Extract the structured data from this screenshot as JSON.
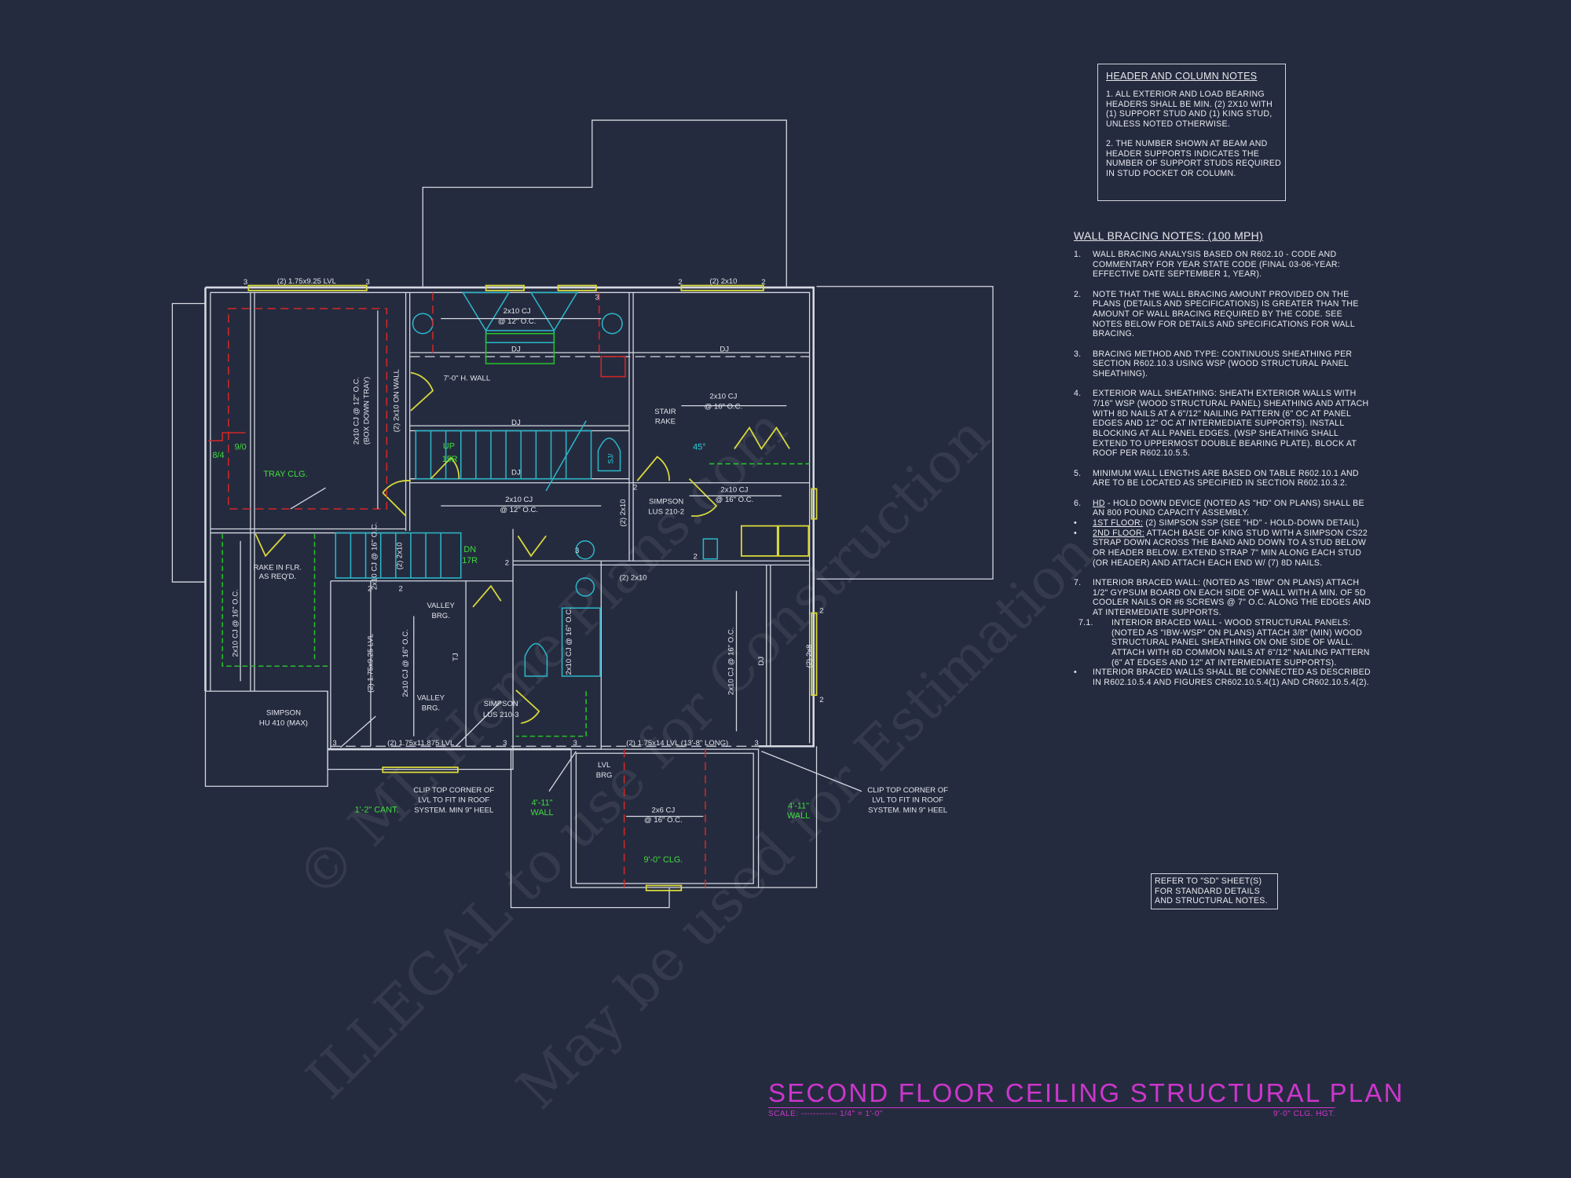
{
  "sheet": {
    "title": "SECOND FLOOR CEILING STRUCTURAL PLAN",
    "scale_label": "SCALE: ------------ 1/4\" = 1'-0\"",
    "ceiling_height": "9'-0\" CLG. HGT.",
    "title_color": "#cc36cc",
    "background": "#252b3e"
  },
  "watermark": {
    "line1": "© ML Home Plans.com",
    "line2": "ILLEGAL to use for Construction",
    "line3": "May be used for Estimation"
  },
  "header_notes": {
    "title": "HEADER AND COLUMN NOTES",
    "items": [
      "1. ALL EXTERIOR AND LOAD BEARING HEADERS SHALL BE MIN. (2) 2x10 WITH (1) SUPPORT STUD AND (1) KING STUD, UNLESS NOTED OTHERWISE.",
      "2. THE NUMBER SHOWN AT BEAM AND HEADER SUPPORTS INDICATES THE NUMBER OF SUPPORT STUDS REQUIRED IN STUD POCKET OR COLUMN."
    ]
  },
  "wall_bracing": {
    "title": "WALL BRACING NOTES: (100 MPH)",
    "items": [
      {
        "num": "1.",
        "text": "WALL BRACING ANALYSIS BASED ON R602.10 - CODE AND COMMENTARY FOR YEAR STATE CODE (FINAL 03-06-YEAR: EFFECTIVE DATE SEPTEMBER 1, YEAR)."
      },
      {
        "num": "2.",
        "text": "NOTE THAT THE WALL BRACING AMOUNT PROVIDED ON THE PLANS (DETAILS AND SPECIFICATIONS) IS GREATER THAN THE AMOUNT OF WALL BRACING REQUIRED BY THE CODE. SEE NOTES BELOW FOR DETAILS AND SPECIFICATIONS FOR WALL BRACING."
      },
      {
        "num": "3.",
        "text": "BRACING METHOD AND TYPE: CONTINUOUS SHEATHING PER SECTION R602.10.3 USING WSP (WOOD STRUCTURAL PANEL SHEATHING)."
      },
      {
        "num": "4.",
        "text": "EXTERIOR WALL SHEATHING: SHEATH EXTERIOR WALLS WITH 7/16\" WSP (WOOD STRUCTURAL PANEL) SHEATHING AND ATTACH WITH 8d NAILS AT A 6\"/12\" NAILING PATTERN (6\" OC AT PANEL EDGES AND 12\" OC AT INTERMEDIATE SUPPORTS). INSTALL BLOCKING AT ALL PANEL EDGES. (WSP SHEATHING SHALL EXTEND TO UPPERMOST DOUBLE BEARING PLATE). BLOCK AT ROOF PER R602.10.5.5."
      },
      {
        "num": "5.",
        "text": "MINIMUM WALL LENGTHS ARE BASED ON TABLE R602.10.1 AND ARE TO BE LOCATED AS SPECIFIED IN SECTION R602.10.3.2."
      },
      {
        "num": "6.",
        "lead": "HD",
        "text": " - HOLD DOWN DEVICE (NOTED AS \"HD\" ON PLANS) SHALL BE AN 800 POUND CAPACITY ASSEMBLY."
      },
      {
        "num": "•",
        "lead": "1ST FLOOR:",
        "text": " (2) SIMPSON SSP (SEE \"HD\" - HOLD-DOWN DETAIL)"
      },
      {
        "num": "•",
        "lead": "2ND FLOOR:",
        "text": " ATTACH BASE OF KING STUD WITH A SIMPSON CS22 STRAP DOWN ACROSS THE BAND AND DOWN TO A STUD BELOW OR HEADER BELOW. EXTEND STRAP 7\" MIN ALONG EACH STUD (OR HEADER) AND ATTACH EACH END W/ (7) 8d NAILS."
      },
      {
        "num": "7.",
        "text": "INTERIOR BRACED WALL: (NOTED AS \"IBW\" ON PLANS) ATTACH 1/2\" GYPSUM BOARD ON EACH SIDE OF WALL WITH A MIN. OF 5d COOLER NAILS OR #6 SCREWS @ 7\" O.C. ALONG THE EDGES AND AT INTERMEDIATE SUPPORTS."
      },
      {
        "num": "7.1.",
        "text": "INTERIOR BRACED WALL - WOOD STRUCTURAL PANELS: (NOTED AS \"IBW-WSP\" ON PLANS) ATTACH 3/8\" (MIN) WOOD STRUCTURAL PANEL SHEATHING ON ONE SIDE OF WALL. ATTACH WITH 6d COMMON NAILS AT 6\"/12\" NAILING PATTERN (6\" AT EDGES AND 12\" AT INTERMEDIATE SUPPORTS)."
      },
      {
        "num": "•",
        "text": "INTERIOR BRACED WALLS SHALL BE CONNECTED AS DESCRIBED IN R602.10.5.4 AND FIGURES CR602.10.5.4(1) AND CR602.10.5.4(2)."
      }
    ]
  },
  "refer_note": "REFER TO \"SD\" SHEET(S) FOR STANDARD DETAILS AND STRUCTURAL NOTES.",
  "plan": {
    "labels": [
      "(2) 1.75x9.25 LVL",
      "(2) 2x10",
      "2x10 CJ @ 12\" O.C.",
      "(BOX DOWN TRAY)",
      "(2) 2x10 ON WALL",
      "2x10 CJ",
      "@ 12\" O.C.",
      "DJ",
      "DJ",
      "DJ",
      "DJ",
      "7'-0\" H. WALL",
      "2x10 CJ",
      "@ 16\" O.C.",
      "STAIR",
      "RAKE",
      "UP",
      "15R",
      "45°",
      "8/4",
      "9/0",
      "TRAY CLG.",
      "2x10 CJ",
      "@ 12\" O.C.",
      "2x10 CJ",
      "@ 16\" O.C.",
      "SIMPSON",
      "LUS 210-2",
      "(2) 2x10",
      "DN",
      "17R",
      "2x10 CJ @ 16\" O.C.",
      "(2) 2x10",
      "(2) 2x10",
      "RAKE IN FLR.",
      "AS REQ'D.",
      "2x10 CJ @ 16\" O.C.",
      "VALLEY",
      "BRG.",
      "(2) 1.75x9.25 LVL",
      "2x10 CJ @ 16\" O.C.",
      "TJ",
      "VALLEY",
      "BRG.",
      "SIMPSON",
      "HU 410 (MAX)",
      "SIMPSON",
      "LUS 210-3",
      "(2) 1.75x11.875 LVL",
      "2x10 CJ @ 16\" O.C.",
      "2x10 CJ @ 16\" O.C.",
      "DJ",
      "(2) 2x8",
      "(2) 1.75x14 LVL (13'-8\" LONG)",
      "LVL",
      "BRG",
      "CLIP TOP CORNER OF",
      "LVL TO FIT IN ROOF",
      "SYSTEM. MIN 9\" HEEL",
      "CLIP TOP CORNER OF",
      "LVL TO FIT IN ROOF",
      "SYSTEM. MIN 9\" HEEL",
      "1'-2\" CANT.",
      "4'-11\"",
      "WALL",
      "4'-11\"",
      "WALL",
      "2x6 CJ",
      "@ 16\" O.C.",
      "9'-0\" CLG.",
      "SJ/"
    ],
    "support_numbers": [
      "3",
      "3",
      "3",
      "2",
      "2",
      "2",
      "2",
      "2",
      "2",
      "2",
      "2",
      "2",
      "3",
      "3",
      "3",
      "3",
      "3"
    ]
  }
}
